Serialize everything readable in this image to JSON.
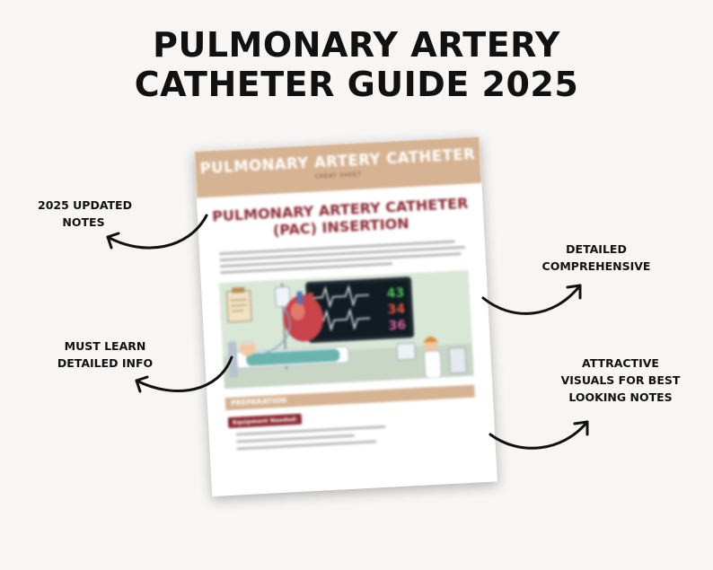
{
  "headline": {
    "line1": "PULMONARY ARTERY",
    "line2": "CATHETER GUIDE 2025"
  },
  "callouts": {
    "updated": [
      "2025 UPDATED",
      "NOTES"
    ],
    "learn": [
      "MUST LEARN",
      "DETAILED INFO"
    ],
    "detailed": [
      "DETAILED",
      "COMPREHENSIVE"
    ],
    "visuals": [
      "ATTRACTIVE",
      "VISUALS FOR BEST",
      "LOOKING NOTES"
    ]
  },
  "document": {
    "header_title": "PULMONARY ARTERY CATHETER",
    "header_subtitle": "CHEAT SHEET",
    "title": "PULMONARY ARTERY CATHETER (PAC) INSERTION",
    "section": "PREPARATION",
    "badge": "Equipment Needed:",
    "monitor_values": [
      "43",
      "34",
      "36"
    ]
  },
  "colors": {
    "background": "#f7f6f4",
    "header_band": "#d6b392",
    "title_red": "#8c2a33"
  }
}
